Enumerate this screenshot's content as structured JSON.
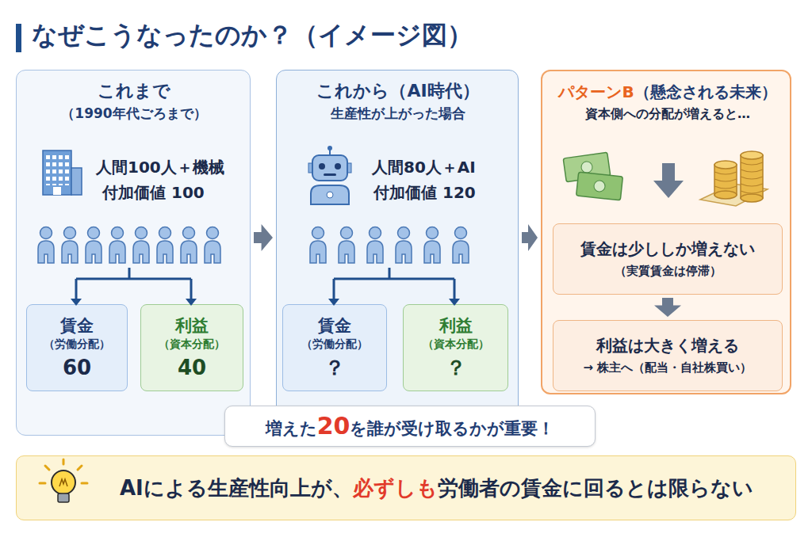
{
  "diagram": {
    "title": "なぜこうなったのか？（イメージ図）",
    "nodes": [
      {
        "text": [
          "これまで",
          "（1990年代ごろまで）",
          "人間100人＋機械",
          "付加価値 100"
        ]
      },
      {
        "text": [
          "賃金",
          "（労働分配）",
          "60"
        ],
        "in": 0
      },
      {
        "text": [
          "利益",
          "（資本分配）",
          "40"
        ],
        "in": 0
      },
      {
        "text": [
          "これから（AI時代）",
          "生産性が上がった場合",
          "人間80人＋AI",
          "付加価値 120"
        ]
      },
      {
        "text": [
          "賃金",
          "（労働分配）",
          "？"
        ],
        "in": 3
      },
      {
        "text": [
          "利益",
          "（資本分配）",
          "？"
        ],
        "in": 3
      },
      {
        "text": [
          "パターンB（懸念される未来）",
          "資本側への分配が増えると…"
        ]
      },
      {
        "text": [
          "賃金は少ししか増えない",
          "（実質賃金は停滞）"
        ],
        "in": 6
      },
      {
        "text": [
          "利益は大きく増える",
          "→ 株主へ（配当・自社株買い）"
        ],
        "in": 6
      },
      {
        "text": [
          "増えた20を誰が受け取るかが重要！"
        ]
      },
      {
        "text": [
          "AIによる生産性向上が、必ずしも労働者の賃金に回るとは限らない"
        ]
      }
    ],
    "edges": [
      {
        "from": 0,
        "to": 3,
        "arrow": "to"
      },
      {
        "from": 3,
        "to": 6,
        "arrow": "to"
      },
      {
        "from": 7,
        "to": 8,
        "arrow": "to"
      }
    ]
  }
}
